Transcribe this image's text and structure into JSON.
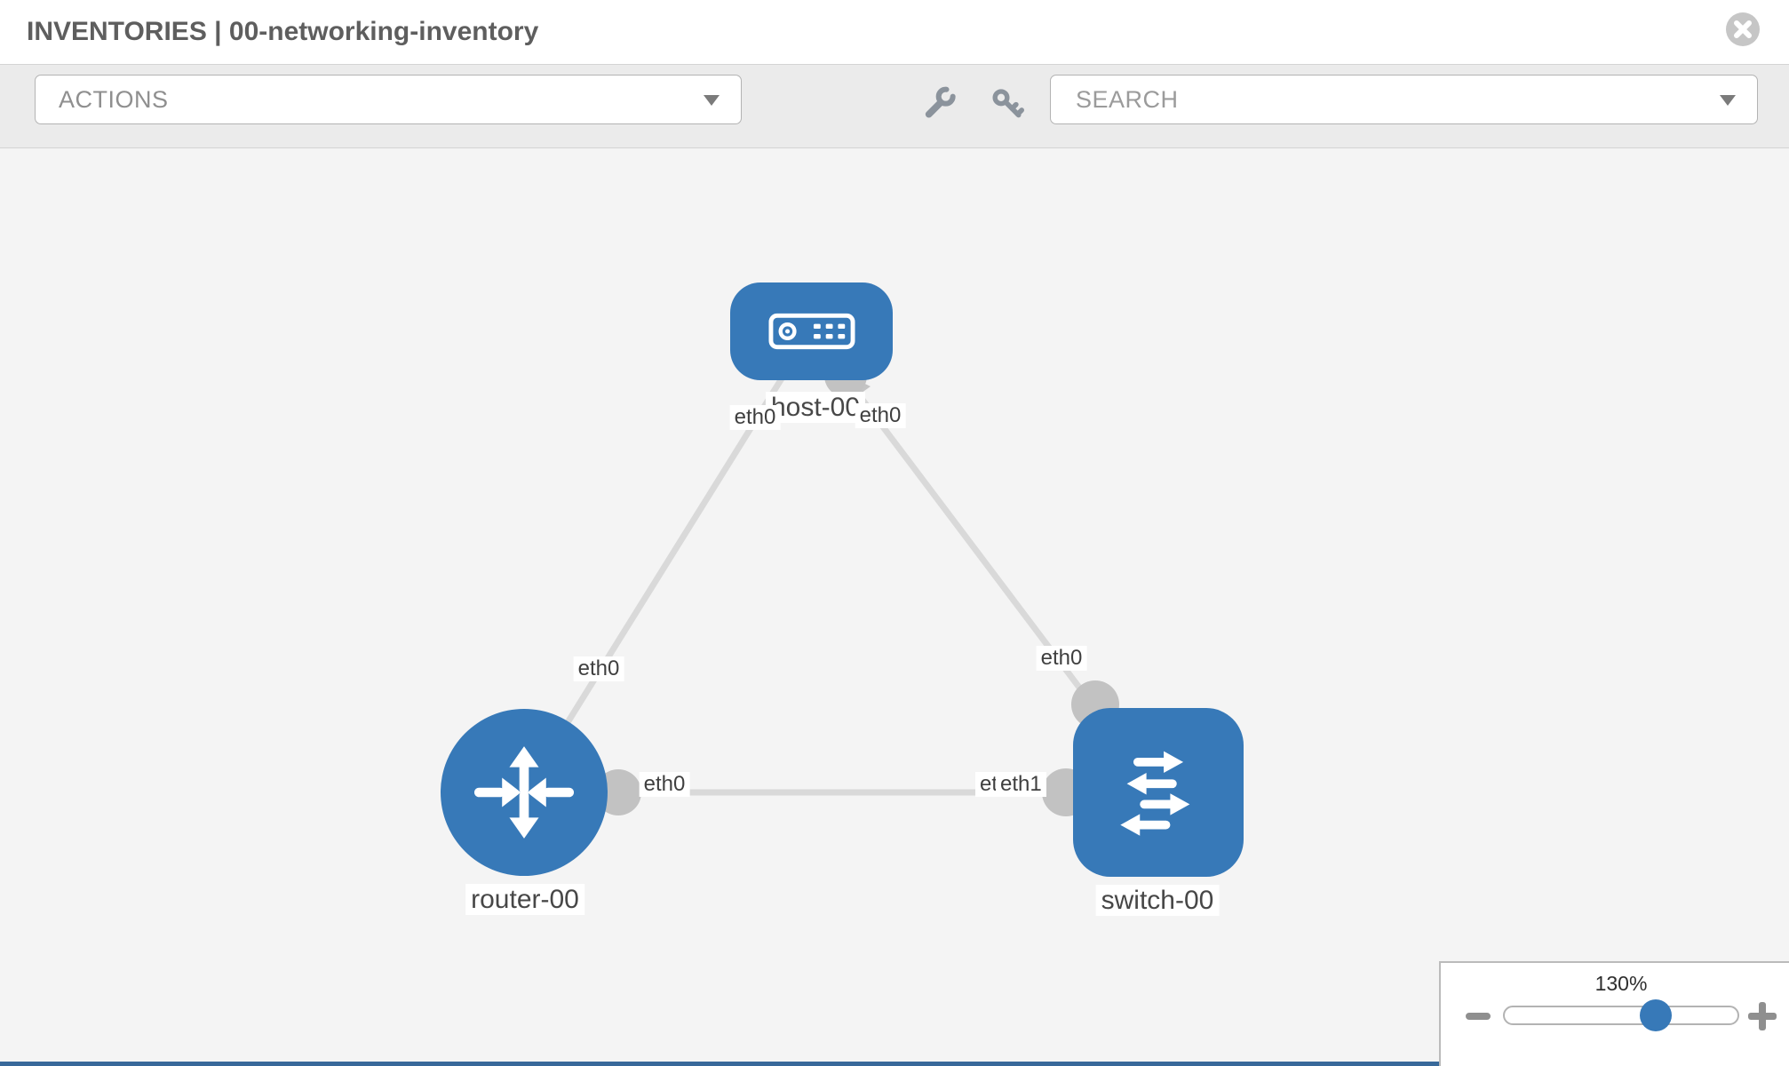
{
  "header": {
    "title": "INVENTORIES | 00-networking-inventory"
  },
  "toolbar": {
    "actions_label": "ACTIONS",
    "search_placeholder": "SEARCH"
  },
  "topology": {
    "nodes": [
      {
        "label": "host-00",
        "type": "host"
      },
      {
        "label": "router-00",
        "type": "router"
      },
      {
        "label": "switch-00",
        "type": "switch"
      }
    ],
    "links": [
      {
        "from": "router-00",
        "to": "host-00"
      },
      {
        "from": "router-00",
        "to": "switch-00"
      },
      {
        "from": "switch-00",
        "to": "host-00"
      }
    ],
    "interfaces": {
      "host_to_router": "eth0",
      "host_to_switch": "eth0",
      "router_to_host": "eth0",
      "router_to_switch": "eth0",
      "switch_to_host": "eth0",
      "switch_to_router_back": "eth0",
      "switch_to_router_front": "eth1"
    }
  },
  "zoom_control": {
    "level": "130%"
  },
  "icons": {
    "header": [
      "close-icon"
    ],
    "toolbar": [
      "chevron-down-icon",
      "wrench-icon",
      "key-icon"
    ],
    "nodes": [
      "host-device-icon",
      "router-arrows-icon",
      "switch-arrows-icon"
    ],
    "zoom": [
      "minus-icon",
      "plus-icon"
    ]
  },
  "colors": {
    "node_blue": "#3779b8",
    "link_gray": "#d9d9d9",
    "port_gray": "#c2c2c2",
    "toolbar_bg": "#ebebeb",
    "canvas_bg": "#f4f4f4"
  }
}
